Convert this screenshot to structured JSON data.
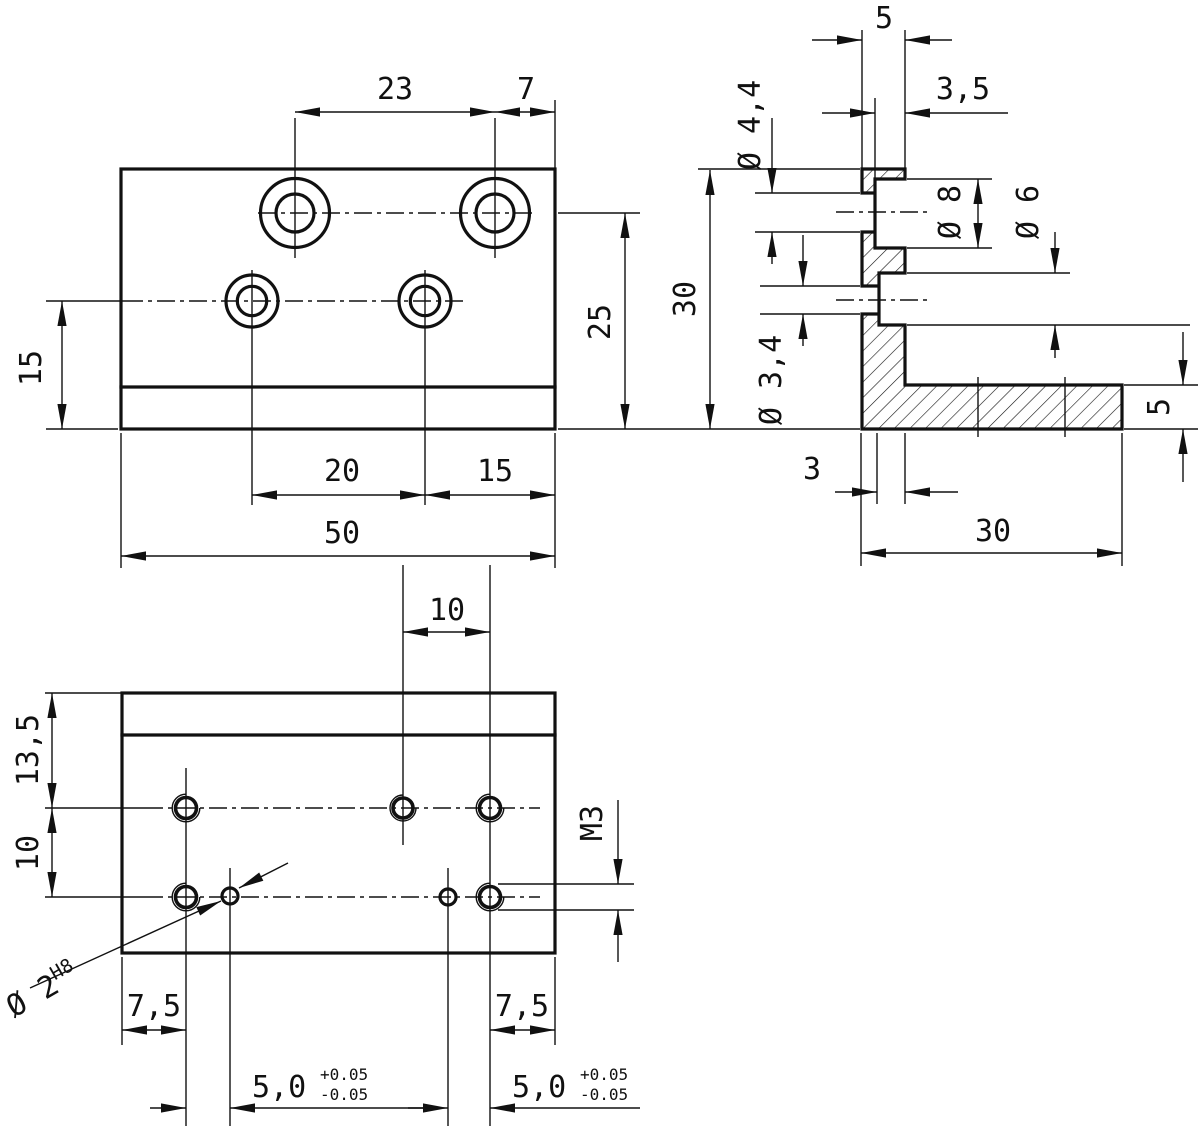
{
  "meta": {
    "drawing_type": "technical-drawing-l-bracket",
    "ink_color": "#111111",
    "background_color": "#ffffff"
  },
  "views": {
    "front": {
      "dim_23": "23",
      "dim_7": "7",
      "dim_15_left": "15",
      "dim_25_right": "25",
      "dim_20": "20",
      "dim_15_bottom": "15",
      "dim_50": "50"
    },
    "side": {
      "dim_5_top": "5",
      "dim_3_5": "3,5",
      "dim_dia_4_4": "Ø 4,4",
      "dim_dia_8": "Ø 8",
      "dim_dia_6": "Ø 6",
      "dim_30_vert": "30",
      "dim_dia_3_4": "Ø 3,4",
      "dim_3": "3",
      "dim_5_flange": "5",
      "dim_30_bottom": "30"
    },
    "bottom": {
      "dim_10_top": "10",
      "dim_13_5": "13,5",
      "dim_10_left": "10",
      "dim_m3": "M3",
      "dia2_label": "Ø 2",
      "dia2_sup": "H8",
      "dim_7_5_left": "7,5",
      "dim_7_5_right": "7,5",
      "dim_5_0_left": "5,0",
      "dim_5_0_left_plus": "+0.05",
      "dim_5_0_left_minus": "-0.05",
      "dim_5_0_right": "5,0",
      "dim_5_0_right_plus": "+0.05",
      "dim_5_0_right_minus": "-0.05"
    }
  }
}
